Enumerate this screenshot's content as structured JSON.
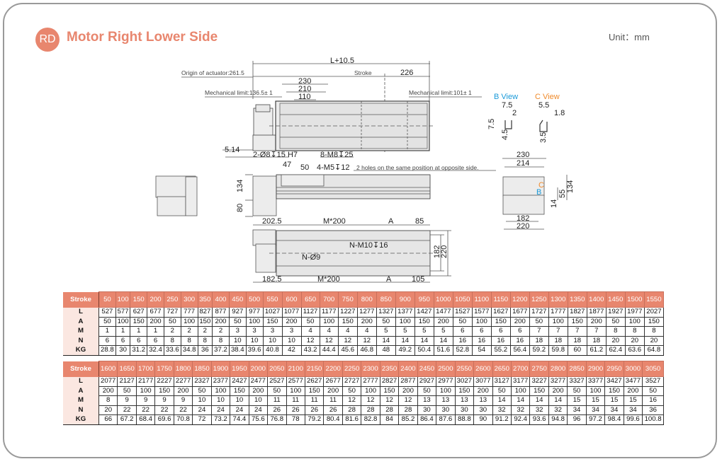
{
  "header": {
    "badge": "RD",
    "title": "Motor Right Lower Side",
    "unit": "Unit：mm"
  },
  "drawing": {
    "top_view": {
      "overall": "L+10.5",
      "origin": "Origin of actuator:261.5",
      "stroke": "Stroke",
      "end": "226",
      "d230": "230",
      "d210": "210",
      "d110": "110",
      "mech_left": "Mechanical limit:136.5± 1",
      "mech_right": "Mechanical limit:101± 1",
      "d514": "5.14",
      "pin_holes": "2-Ø8↧15 H7",
      "tapped_holes": "8-M8↧25"
    },
    "side_view": {
      "d47": "47",
      "d50": "50",
      "tap": "4-M5↧12",
      "note": "2 holes on the same position at opposite side.",
      "h134": "134",
      "h80": "80"
    },
    "bottom_view": {
      "d2025": "202.5",
      "m200_top": "M*200",
      "a_top": "A",
      "d85": "85",
      "tap": "N-M10↧16",
      "hole": "N-Ø9",
      "d1825": "182.5",
      "m200_bot": "M*200",
      "a_bot": "A",
      "d105": "105",
      "w182": "182",
      "w220": "220"
    },
    "b_view": {
      "label": "B View",
      "d75": "7.5",
      "d2": "2",
      "h75": "7.5",
      "h45": "4.5"
    },
    "c_view": {
      "label": "C View",
      "d55": "5.5",
      "d18": "1.8",
      "h35": "3.5"
    },
    "end_view": {
      "w230": "230",
      "w214": "214",
      "c": "C",
      "b": "B",
      "h134": "134",
      "h55": "55",
      "h14": "14",
      "w182": "182",
      "w220": "220"
    },
    "colors": {
      "accent": "#e8866e",
      "b_view": "#1a9ad9",
      "c_view": "#f08a2a"
    }
  },
  "tables": [
    {
      "header_label": "Stroke",
      "strokes": [
        "50",
        "100",
        "150",
        "200",
        "250",
        "300",
        "350",
        "400",
        "450",
        "500",
        "550",
        "600",
        "650",
        "700",
        "750",
        "800",
        "850",
        "900",
        "950",
        "1000",
        "1050",
        "1100",
        "1150",
        "1200",
        "1250",
        "1300",
        "1350",
        "1400",
        "1450",
        "1500",
        "1550"
      ],
      "rows": [
        {
          "label": "L",
          "values": [
            "527",
            "577",
            "627",
            "677",
            "727",
            "777",
            "827",
            "877",
            "927",
            "977",
            "1027",
            "1077",
            "1127",
            "1177",
            "1227",
            "1277",
            "1327",
            "1377",
            "1427",
            "1477",
            "1527",
            "1577",
            "1627",
            "1677",
            "1727",
            "1777",
            "1827",
            "1877",
            "1927",
            "1977",
            "2027"
          ]
        },
        {
          "label": "A",
          "values": [
            "50",
            "100",
            "150",
            "200",
            "50",
            "100",
            "150",
            "200",
            "50",
            "100",
            "150",
            "200",
            "50",
            "100",
            "150",
            "200",
            "50",
            "100",
            "150",
            "200",
            "50",
            "100",
            "150",
            "200",
            "50",
            "100",
            "150",
            "200",
            "50",
            "100",
            "150"
          ]
        },
        {
          "label": "M",
          "values": [
            "1",
            "1",
            "1",
            "1",
            "2",
            "2",
            "2",
            "2",
            "3",
            "3",
            "3",
            "3",
            "4",
            "4",
            "4",
            "4",
            "5",
            "5",
            "5",
            "5",
            "6",
            "6",
            "6",
            "6",
            "7",
            "7",
            "7",
            "7",
            "8",
            "8",
            "8"
          ]
        },
        {
          "label": "N",
          "values": [
            "6",
            "6",
            "6",
            "6",
            "8",
            "8",
            "8",
            "8",
            "10",
            "10",
            "10",
            "10",
            "12",
            "12",
            "12",
            "12",
            "14",
            "14",
            "14",
            "14",
            "16",
            "16",
            "16",
            "16",
            "18",
            "18",
            "18",
            "18",
            "20",
            "20",
            "20"
          ]
        },
        {
          "label": "KG",
          "values": [
            "28.8",
            "30",
            "31.2",
            "32.4",
            "33.6",
            "34.8",
            "36",
            "37.2",
            "38.4",
            "39.6",
            "40.8",
            "42",
            "43.2",
            "44.4",
            "45.6",
            "46.8",
            "48",
            "49.2",
            "50.4",
            "51.6",
            "52.8",
            "54",
            "55.2",
            "56.4",
            "59.2",
            "59.8",
            "60",
            "61.2",
            "62.4",
            "63.6",
            "64.8"
          ]
        }
      ]
    },
    {
      "header_label": "Stroke",
      "strokes": [
        "1600",
        "1650",
        "1700",
        "1750",
        "1800",
        "1850",
        "1900",
        "1950",
        "2000",
        "2050",
        "2100",
        "2150",
        "2200",
        "2250",
        "2300",
        "2350",
        "2400",
        "2450",
        "2500",
        "2550",
        "2600",
        "2650",
        "2700",
        "2750",
        "2800",
        "2850",
        "2900",
        "2950",
        "3000",
        "3050"
      ],
      "rows": [
        {
          "label": "L",
          "values": [
            "2077",
            "2127",
            "2177",
            "2227",
            "2277",
            "2327",
            "2377",
            "2427",
            "2477",
            "2527",
            "2577",
            "2627",
            "2677",
            "2727",
            "2777",
            "2827",
            "2877",
            "2927",
            "2977",
            "3027",
            "3077",
            "3127",
            "3177",
            "3227",
            "3277",
            "3327",
            "3377",
            "3427",
            "3477",
            "3527"
          ]
        },
        {
          "label": "A",
          "values": [
            "200",
            "50",
            "100",
            "150",
            "200",
            "50",
            "100",
            "150",
            "200",
            "50",
            "100",
            "150",
            "200",
            "50",
            "100",
            "150",
            "200",
            "50",
            "100",
            "150",
            "200",
            "50",
            "100",
            "150",
            "200",
            "50",
            "100",
            "150",
            "200",
            "50"
          ]
        },
        {
          "label": "M",
          "values": [
            "8",
            "9",
            "9",
            "9",
            "9",
            "10",
            "10",
            "10",
            "10",
            "11",
            "11",
            "11",
            "11",
            "12",
            "12",
            "12",
            "12",
            "13",
            "13",
            "13",
            "13",
            "14",
            "14",
            "14",
            "14",
            "15",
            "15",
            "15",
            "15",
            "16"
          ]
        },
        {
          "label": "N",
          "values": [
            "20",
            "22",
            "22",
            "22",
            "22",
            "24",
            "24",
            "24",
            "24",
            "26",
            "26",
            "26",
            "26",
            "28",
            "28",
            "28",
            "28",
            "30",
            "30",
            "30",
            "30",
            "32",
            "32",
            "32",
            "32",
            "34",
            "34",
            "34",
            "34",
            "36"
          ]
        },
        {
          "label": "KG",
          "values": [
            "66",
            "67.2",
            "68.4",
            "69.6",
            "70.8",
            "72",
            "73.2",
            "74.4",
            "75.6",
            "76.8",
            "78",
            "79.2",
            "80.4",
            "81.6",
            "82.8",
            "84",
            "85.2",
            "86.4",
            "87.6",
            "88.8",
            "90",
            "91.2",
            "92.4",
            "93.6",
            "94.8",
            "96",
            "97.2",
            "98.4",
            "99.6",
            "100.8"
          ]
        }
      ]
    }
  ]
}
